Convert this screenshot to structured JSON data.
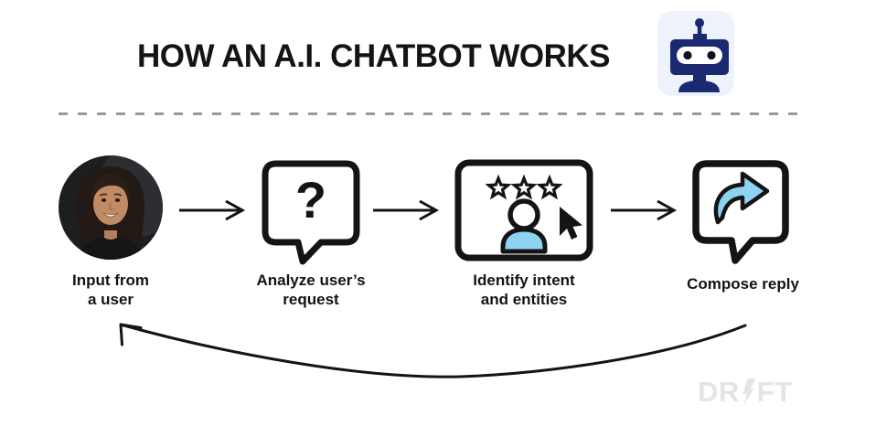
{
  "title": "HOW AN A.I. CHATBOT WORKS",
  "steps": [
    {
      "id": "input",
      "label_line1": "Input from",
      "label_line2": "a user",
      "icon": "user-photo-avatar"
    },
    {
      "id": "analyze",
      "label_line1": "Analyze user’s",
      "label_line2": "request",
      "icon": "question-speech-bubble",
      "glyph": "?"
    },
    {
      "id": "identify",
      "label_line1": "Identify intent",
      "label_line2": "and entities",
      "icon": "intent-entities-screen"
    },
    {
      "id": "compose",
      "label_line1": "Compose reply",
      "label_line2": "",
      "icon": "reply-share-bubble"
    }
  ],
  "flow": {
    "connector": "arrow-right",
    "feedback_loop": "curved-arrow-back-to-start"
  },
  "footer_logo": {
    "left": "DR",
    "right": "FT",
    "name": "Drift"
  },
  "colors": {
    "ink": "#141414",
    "accent_blue": "#8ed3f0",
    "robot_navy": "#1b2a70",
    "robot_tile_bg": "#eef2fa",
    "divider_gray": "#9a9a9a",
    "logo_gray": "#e4e4e4"
  }
}
